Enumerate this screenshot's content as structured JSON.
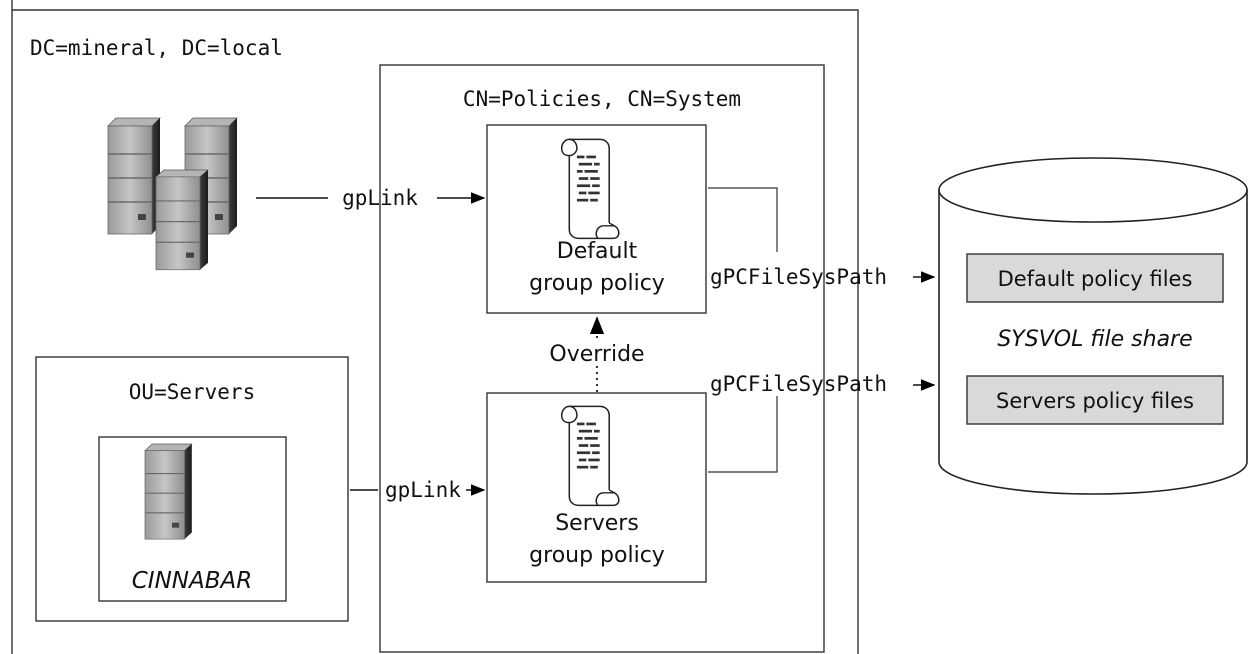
{
  "domain_box": {
    "label": "DC=mineral, DC=local"
  },
  "policies_container": {
    "label": "CN=Policies, CN=System"
  },
  "ou_box": {
    "label": "OU=Servers",
    "server_name": "CINNABAR"
  },
  "gpos": [
    {
      "name_line1": "Default",
      "name_line2": "group policy",
      "icon": "scroll-document-icon"
    },
    {
      "name_line1": "Servers",
      "name_line2": "group policy",
      "icon": "scroll-document-icon"
    }
  ],
  "links": {
    "domain_gplink": "gpLink",
    "ou_gplink": "gpLink",
    "override": "Override",
    "default_filesys": "gPCFileSysPath",
    "servers_filesys": "gPCFileSysPath"
  },
  "sysvol": {
    "label": "SYSVOL file share",
    "default_files": "Default policy files",
    "servers_files": "Servers policy files",
    "fill_color": "#d9d9d9"
  },
  "icons": {
    "domain_servers": "server-cluster-icon",
    "ou_server": "server-tower-icon"
  }
}
